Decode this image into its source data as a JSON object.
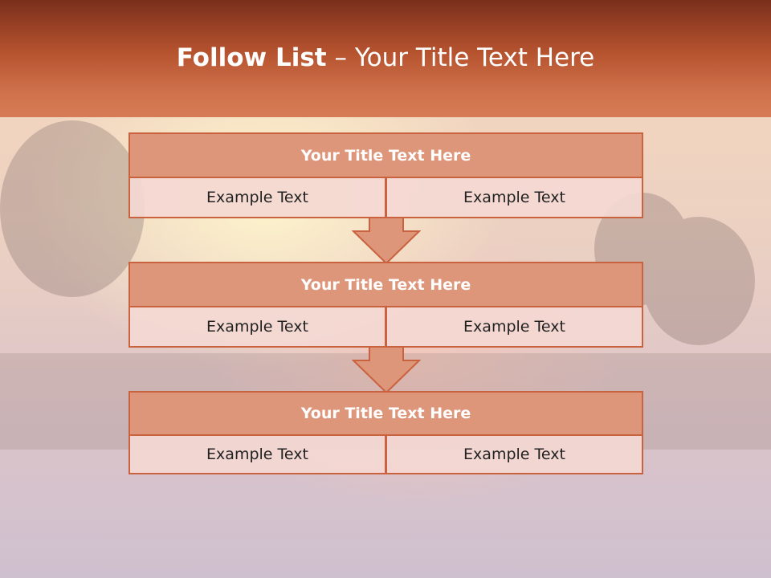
{
  "header": {
    "title_bold": "Follow List",
    "title_rest": "– Your Title Text Here"
  },
  "steps": [
    {
      "title": "Your Title Text Here",
      "left": "Example Text",
      "right": "Example Text"
    },
    {
      "title": "Your Title Text Here",
      "left": "Example Text",
      "right": "Example Text"
    },
    {
      "title": "Your Title Text Here",
      "left": "Example Text",
      "right": "Example Text"
    }
  ],
  "colors": {
    "header_dark": "#7a2f1c",
    "header_light": "#d67b55",
    "box_title_fill": "#de967a",
    "box_border": "#c9623f",
    "cell_fill": "#f4d8d2"
  }
}
